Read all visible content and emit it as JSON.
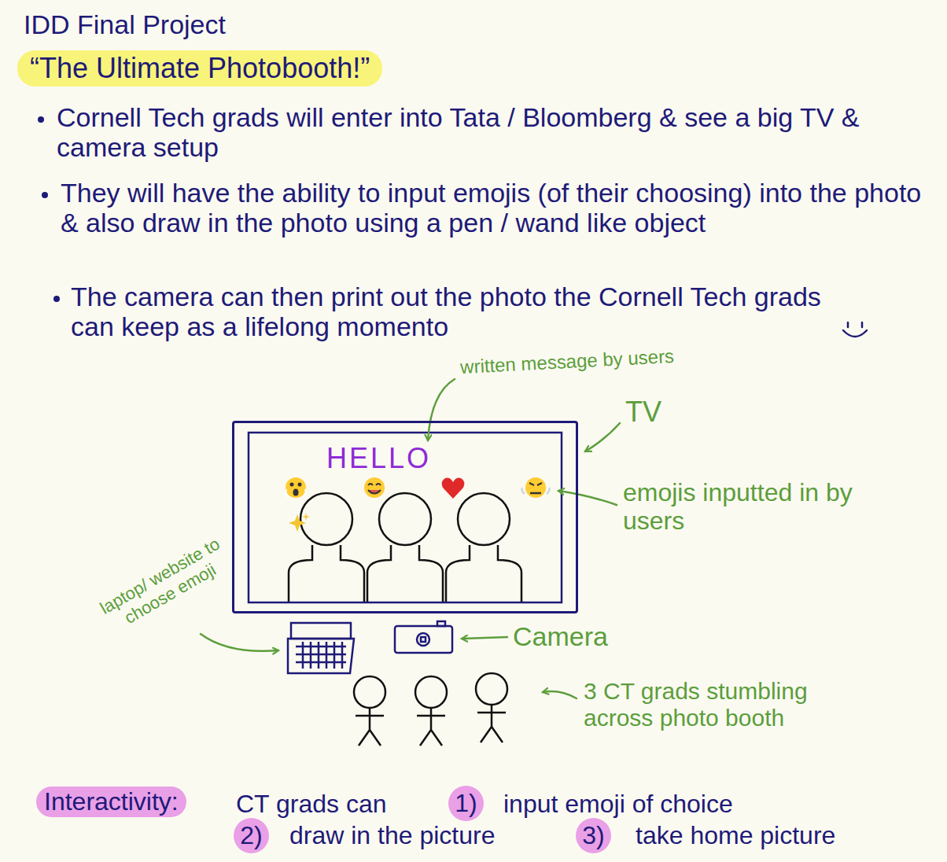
{
  "diagram": {
    "title": "IDD Final Project",
    "nodes": [
      {
        "text": [
          "“The Ultimate Photobooth!”"
        ]
      },
      {
        "text": [
          "HELLO"
        ]
      },
      {
        "text": [
          "Interactivity:"
        ]
      },
      {
        "text": [
          "1)"
        ]
      },
      {
        "text": [
          "2)"
        ]
      },
      {
        "text": [
          "3)"
        ]
      }
    ],
    "labels": [
      "Cornell Tech grads will enter into Tata / Bloomberg & see a big TV & camera setup",
      "They will have the ability to input emojis (of their choosing) into the photo & also draw in the photo using a pen / wand like object",
      "The camera can then print out the photo the Cornell Tech grads can keep as a lifelong momento",
      "written message by users",
      "TV",
      "emojis inputted in by users",
      "laptop/ website to choose emoji",
      "Camera",
      "3 CT grads stumbling across photo booth",
      "CT grads can",
      "input emoji of choice",
      "draw in the picture",
      "take home picture"
    ]
  }
}
